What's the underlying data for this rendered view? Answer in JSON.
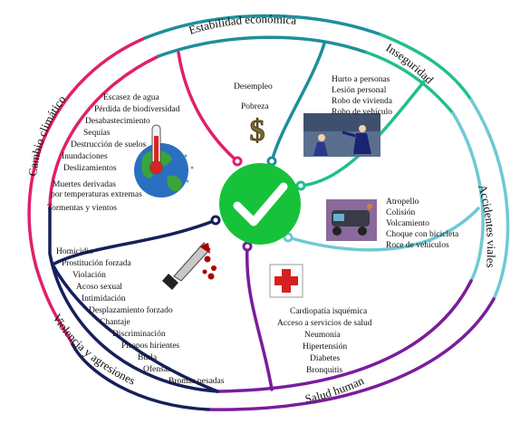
{
  "sections": {
    "stabilita": "Estabilidad económica",
    "inseguridad": "Inseguridad",
    "accidentes": "Accidentes viales",
    "salud": "Salud humana",
    "violencia": "Violencia y agresiones",
    "clima": "Cambio climático"
  },
  "economia": {
    "items": [
      "Desempleo",
      "Pobreza"
    ],
    "icon": "dollar-icon"
  },
  "inseguridad_items": [
    "Hurto a personas",
    "Lesión personal",
    "Robo de vivienda",
    "Robo de vehículo"
  ],
  "accidentes_items": [
    "Atropello",
    "Colisión",
    "Volcamiento",
    "Choque con bicicleta",
    "Roce de vehículos"
  ],
  "salud_items": [
    "Cardiopatía isquémica",
    "Acceso a servicios de salud",
    "Neumonía",
    "Hipertensión",
    "Diabetes",
    "Bronquitis"
  ],
  "violencia_items": [
    "Homicidio",
    "Prostitución forzada",
    "Violación",
    "Acoso sexual",
    "Intimidación",
    "Desplazamiento forzado",
    "Chantaje",
    "Discriminación",
    "Piropos hirientes",
    "Burla",
    "Ofensas",
    "Bromas pesadas"
  ],
  "clima_items": [
    "Escasez de agua",
    "Pérdida de biodiversidad",
    "Desabastecimiento",
    "Sequías",
    "Destrucción de suelos",
    "Inundaciones",
    "Deslizamientos",
    "Muertes derivadas",
    "por temperaturas extremas",
    "Tormentas y vientos"
  ],
  "colors": {
    "pink": "#e0206b",
    "teal": "#1e8f9a",
    "green": "#1fc08a",
    "lightblue": "#6ec9d4",
    "purple": "#7a1c9c",
    "navy": "#16205a",
    "center": "#16c23a"
  },
  "icons": [
    "check-icon",
    "dollar-icon",
    "globe-thermometer-icon",
    "knife-blood-icon",
    "red-cross-icon",
    "robbery-scene-icon",
    "car-accident-icon"
  ]
}
